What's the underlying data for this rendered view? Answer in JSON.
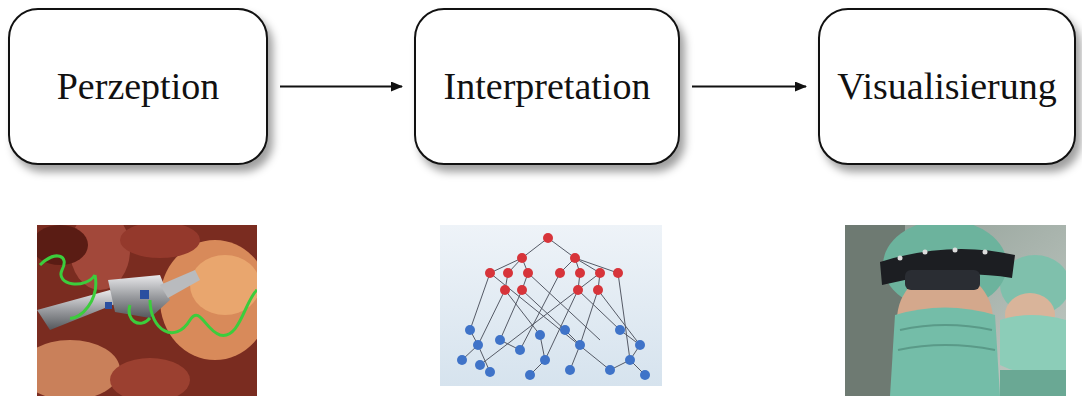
{
  "diagram": {
    "nodes": [
      {
        "text": [
          "Perzeption"
        ]
      },
      {
        "text": [
          "Interpretation"
        ]
      },
      {
        "text": [
          "Visualisierung"
        ]
      }
    ],
    "edges": [
      {
        "from": 0,
        "to": 1,
        "arrow": "to"
      },
      {
        "from": 1,
        "to": 2,
        "arrow": "to"
      }
    ]
  }
}
